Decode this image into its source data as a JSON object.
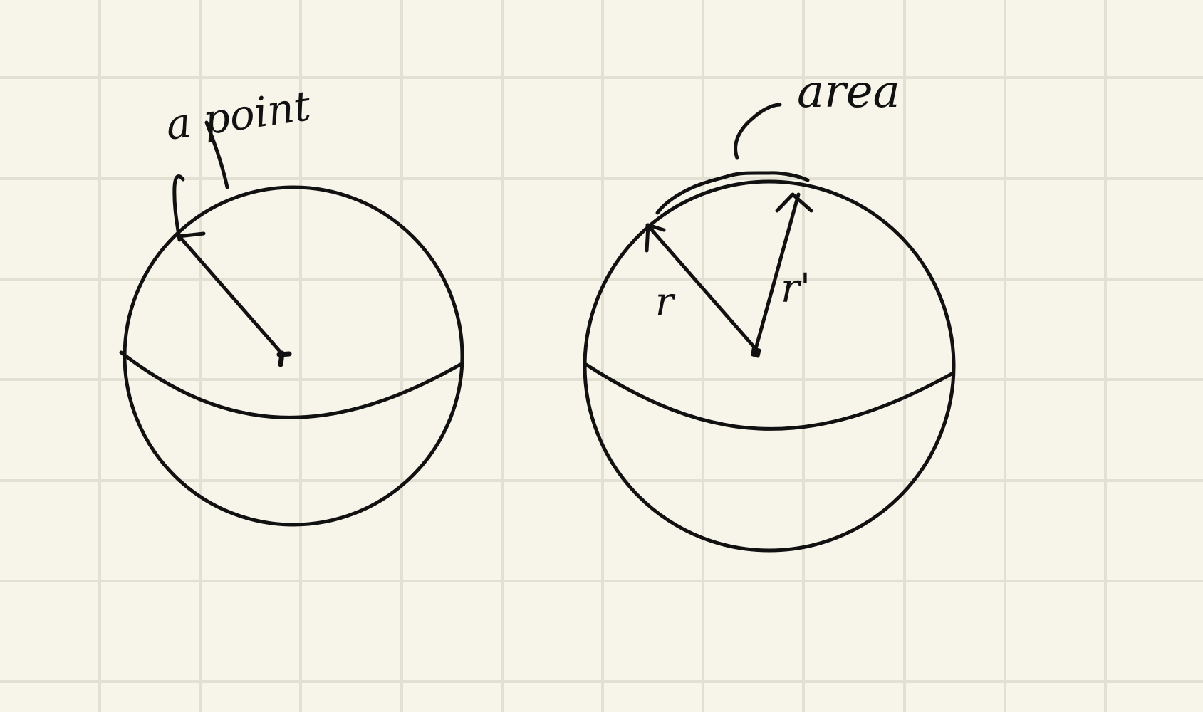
{
  "colors": {
    "paper": "#f7f5e9",
    "grid": "#e2e0d3",
    "ink": "#111111"
  },
  "grid": {
    "visible": true
  },
  "left_figure": {
    "label": "a point"
  },
  "right_figure": {
    "label": "area",
    "radius_label": "r",
    "radius_label_2": "r'"
  }
}
